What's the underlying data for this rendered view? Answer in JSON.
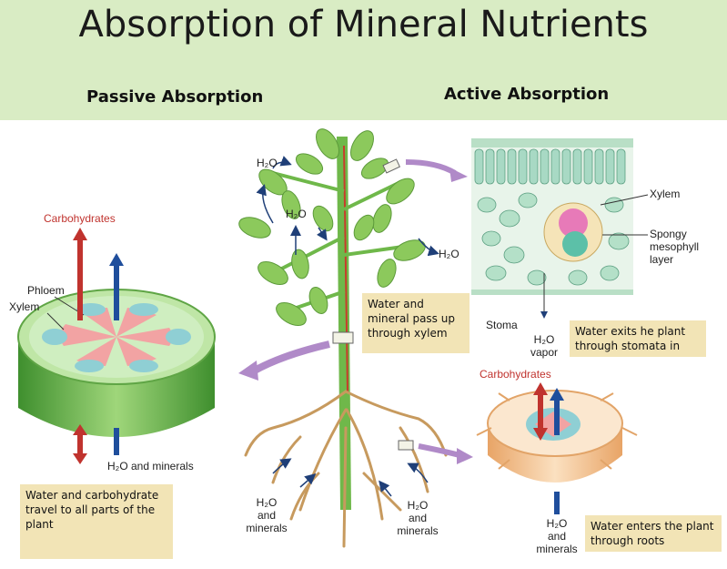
{
  "header": {
    "title": "Absorption of Mineral Nutrients",
    "passive": "Passive Absorption",
    "active": "Active Absorption"
  },
  "stem_section": {
    "carbohydrates": "Carbohydrates",
    "phloem": "Phloem",
    "xylem": "Xylem",
    "h2o_minerals": "H₂O and minerals"
  },
  "plant": {
    "h2o_1": "H₂O",
    "h2o_2": "H₂O",
    "h2o_3": "H₂O",
    "h2o_left": "H₂O",
    "and_left": "and",
    "minerals_left": "minerals",
    "h2o_right": "H₂O",
    "and_right": "and",
    "minerals_right": "minerals"
  },
  "leaf_section": {
    "xylem": "Xylem",
    "spongy": "Spongy",
    "mesophyll": "mesophyll",
    "layer": "layer",
    "stoma": "Stoma",
    "h2o": "H₂O",
    "vapor": "vapor"
  },
  "root_section": {
    "carbohydrates": "Carbohydrates",
    "h2o": "H₂O",
    "and": "and",
    "minerals": "minerals"
  },
  "notes": {
    "xylem_note": "Water and mineral pass up through xylem",
    "stomata_note": "Water exits he plant through stomata in",
    "travel_note": "Water and carbohydrate travel to all parts of the plant",
    "roots_note": "Water enters the plant through roots"
  },
  "colors": {
    "header_bg": "#d9ecc4",
    "note_bg": "#f2e4b6",
    "arrow_red": "#c0332e",
    "arrow_blue": "#1f4e9c",
    "pointer_purple": "#b08ac8"
  }
}
